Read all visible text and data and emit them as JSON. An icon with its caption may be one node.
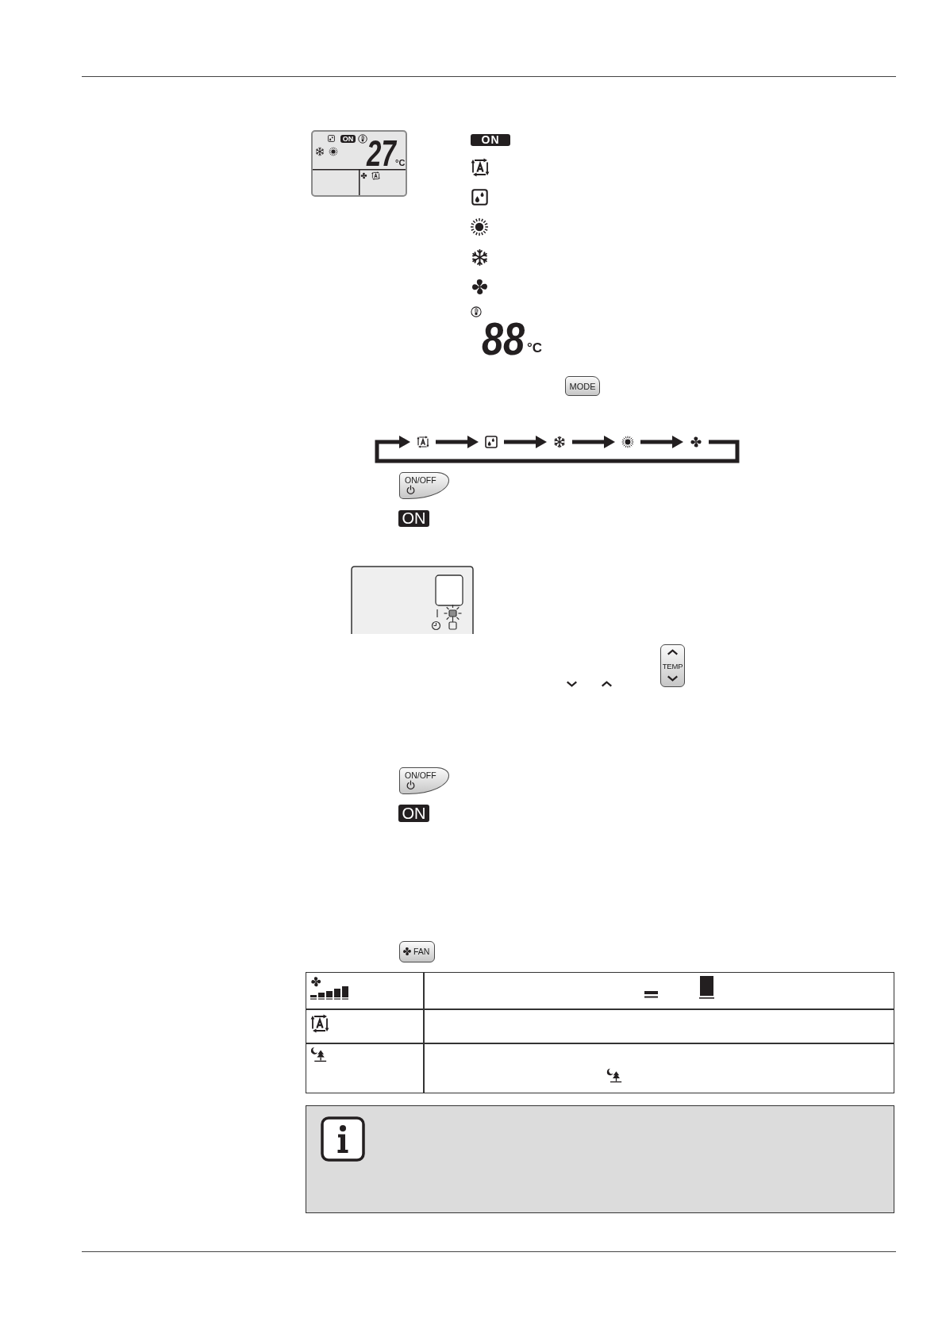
{
  "diagram": {
    "nodes": [
      {
        "text": [],
        "shape": "picture"
      },
      {
        "text": [],
        "shape": "picture"
      },
      {
        "text": [],
        "shape": "picture"
      },
      {
        "text": [],
        "shape": "picture"
      },
      {
        "text": [],
        "shape": "picture"
      }
    ],
    "edges": [
      {
        "from": 0,
        "to": 1,
        "arrow": "to"
      },
      {
        "from": 1,
        "to": 2,
        "arrow": "to"
      },
      {
        "from": 2,
        "to": 3,
        "arrow": "to"
      },
      {
        "from": 3,
        "to": 4,
        "arrow": "to"
      },
      {
        "from": 4,
        "to": 0,
        "arrow": "to"
      }
    ],
    "labels": [
      "ON",
      "27",
      "°C",
      "ON",
      "88",
      "°C",
      "MODE",
      "ON/OFF",
      "ON",
      "TEMP",
      "ON/OFF",
      "ON",
      "FAN"
    ]
  }
}
